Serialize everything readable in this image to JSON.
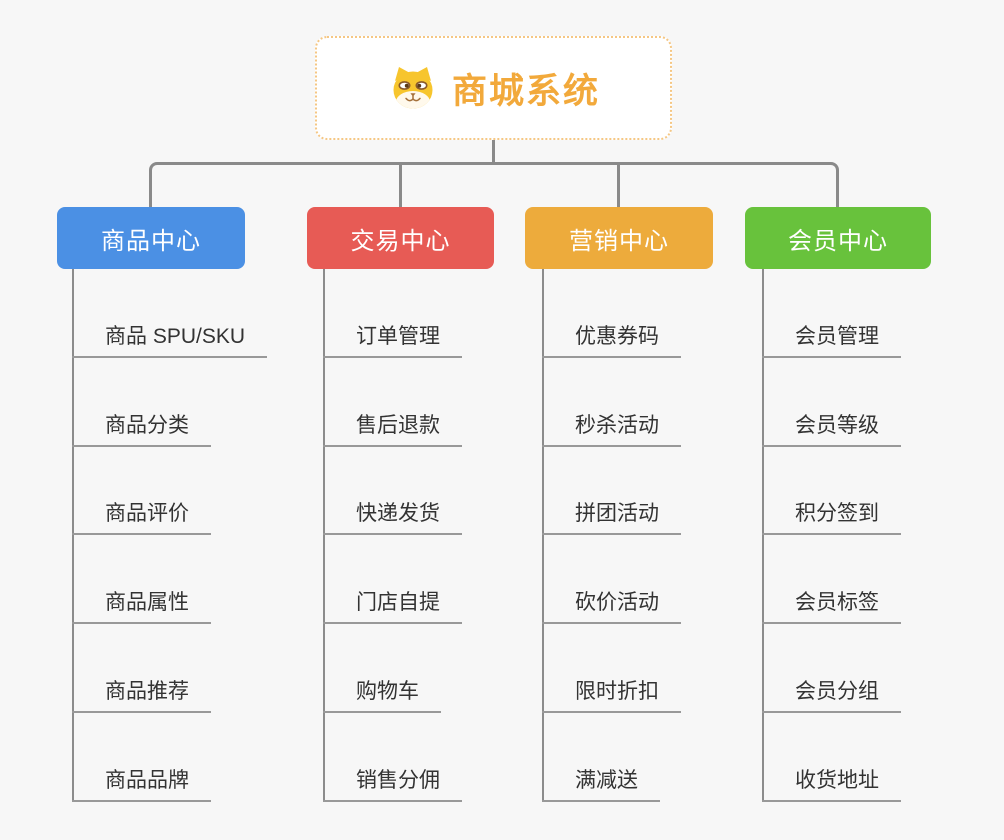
{
  "root": {
    "title": "商城系统",
    "icon": "doge-icon",
    "title_color": "#F2A93B",
    "border_color": "#F5C784"
  },
  "line_color": "#8A8A8A",
  "underline_color": "#999999",
  "background_color": "#F7F7F7",
  "item_text_color": "#333333",
  "branches": [
    {
      "label": "商品中心",
      "color": "#4B90E4",
      "items": [
        "商品 SPU/SKU",
        "商品分类",
        "商品评价",
        "商品属性",
        "商品推荐",
        "商品品牌"
      ]
    },
    {
      "label": "交易中心",
      "color": "#E75B55",
      "items": [
        "订单管理",
        "售后退款",
        "快递发货",
        "门店自提",
        "购物车",
        "销售分佣"
      ]
    },
    {
      "label": "营销中心",
      "color": "#EDAB3C",
      "items": [
        "优惠券码",
        "秒杀活动",
        "拼团活动",
        "砍价活动",
        "限时折扣",
        "满减送"
      ]
    },
    {
      "label": "会员中心",
      "color": "#68C23C",
      "items": [
        "会员管理",
        "会员等级",
        "积分签到",
        "会员标签",
        "会员分组",
        "收货地址"
      ]
    }
  ]
}
